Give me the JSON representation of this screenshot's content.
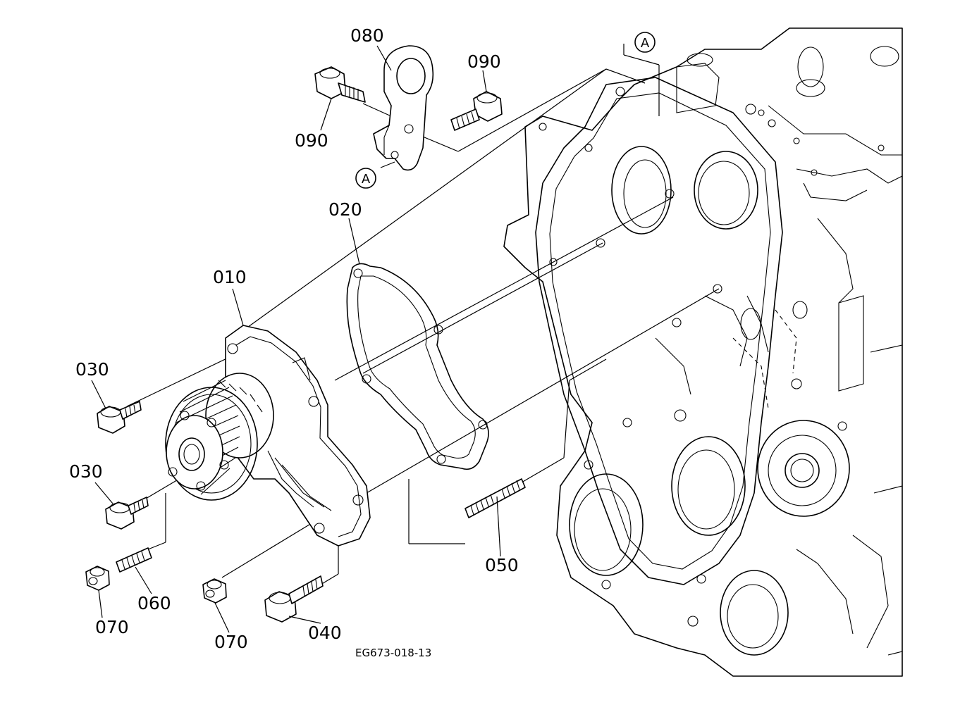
{
  "callouts": {
    "c010": "010",
    "c020": "020",
    "c030a": "030",
    "c030b": "030",
    "c040": "040",
    "c050": "050",
    "c060": "060",
    "c070a": "070",
    "c070b": "070",
    "c080": "080",
    "c090a": "090",
    "c090b": "090"
  },
  "references": {
    "ref_a_top": "A",
    "ref_a_bracket": "A"
  },
  "drawing_code": "EG673-018-13"
}
